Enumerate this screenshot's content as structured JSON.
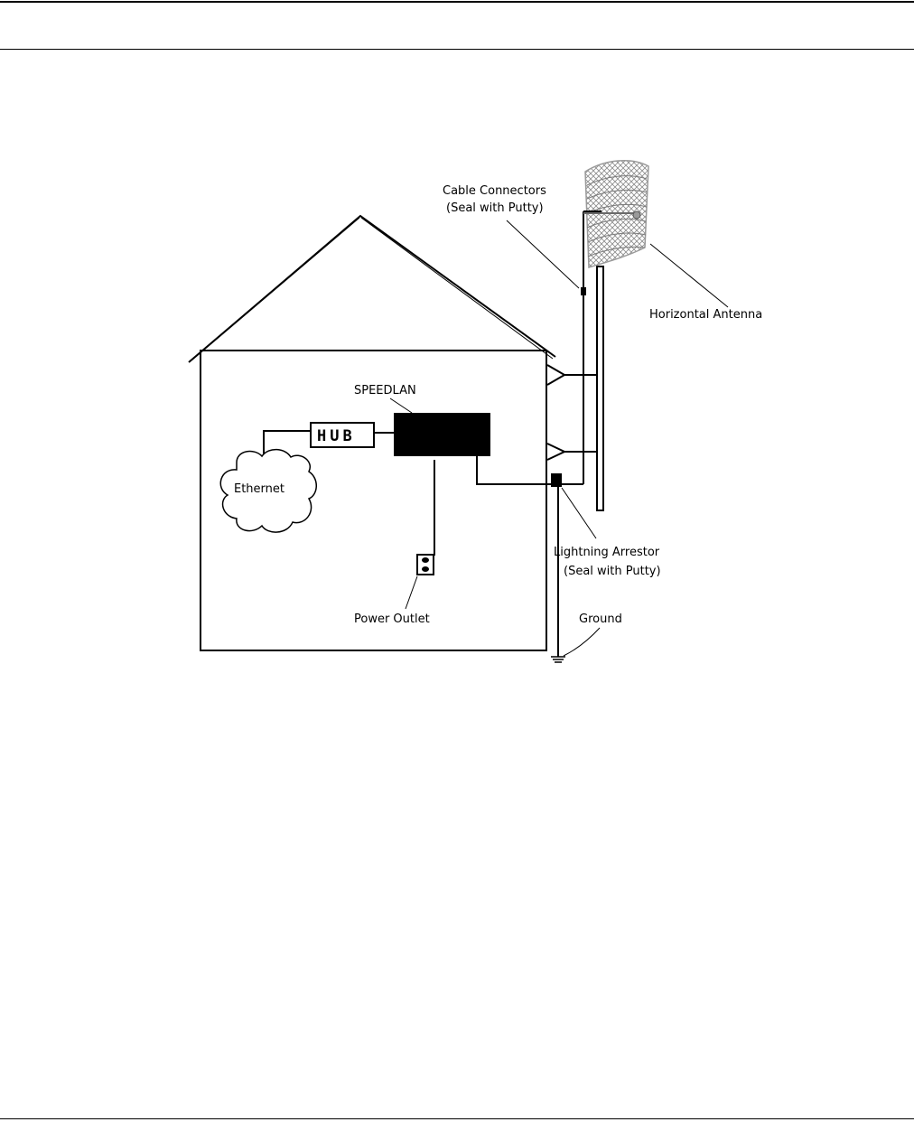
{
  "labels": {
    "cable_connectors_line1": "Cable Connectors",
    "cable_connectors_line2": "(Seal with Putty)",
    "horizontal_antenna": "Horizontal Antenna",
    "speedlan": "SPEEDLAN",
    "hub": "HUB",
    "ethernet": "Ethernet",
    "power_outlet": "Power Outlet",
    "lightning_arrestor_line1": "Lightning Arrestor",
    "lightning_arrestor_line2": "(Seal with Putty)",
    "ground": "Ground"
  },
  "colors": {
    "line": "#000000",
    "antenna": "#9a9a9a",
    "background": "#ffffff"
  }
}
